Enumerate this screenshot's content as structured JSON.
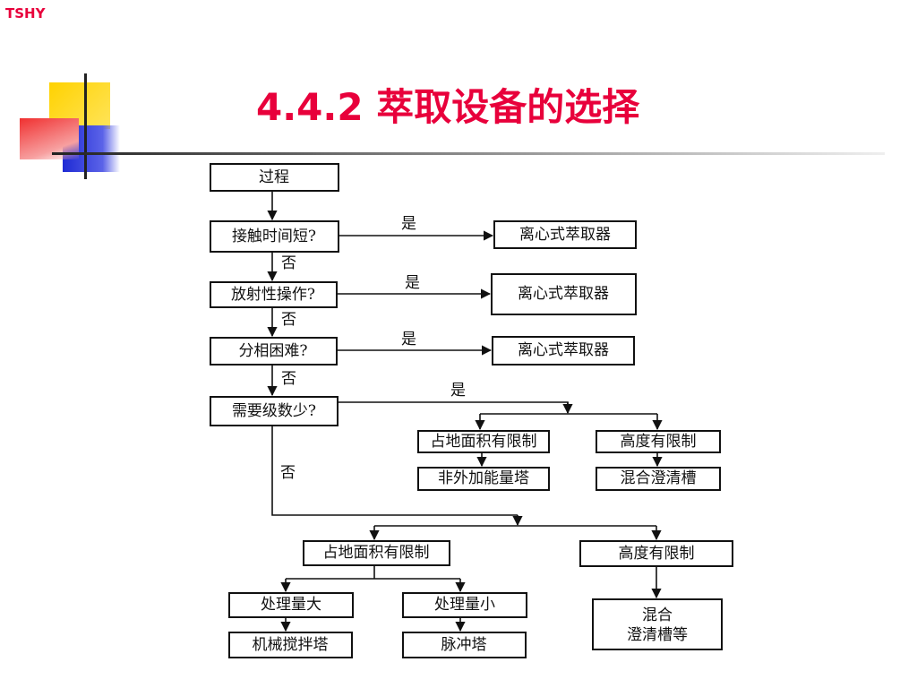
{
  "brand": "TSHY",
  "title": "4.4.2 萃取设备的选择",
  "flowchart": {
    "start": "过程",
    "q1": "接触时间短?",
    "q2": "放射性操作?",
    "q3": "分相困难?",
    "q4": "需要级数少?",
    "yes": "是",
    "no": "否",
    "centrifugal": "离心式萃取器",
    "area_limited": "占地面积有限制",
    "height_limited": "高度有限制",
    "no_external_energy_tower": "非外加能量塔",
    "mixer_settler": "混合澄清槽",
    "large_throughput": "处理量大",
    "small_throughput": "处理量小",
    "mechanical_stirred_tower": "机械搅拌塔",
    "pulsed_tower": "脉冲塔",
    "mixer_settler_etc_line1": "混合",
    "mixer_settler_etc_line2": "澄清槽等"
  }
}
